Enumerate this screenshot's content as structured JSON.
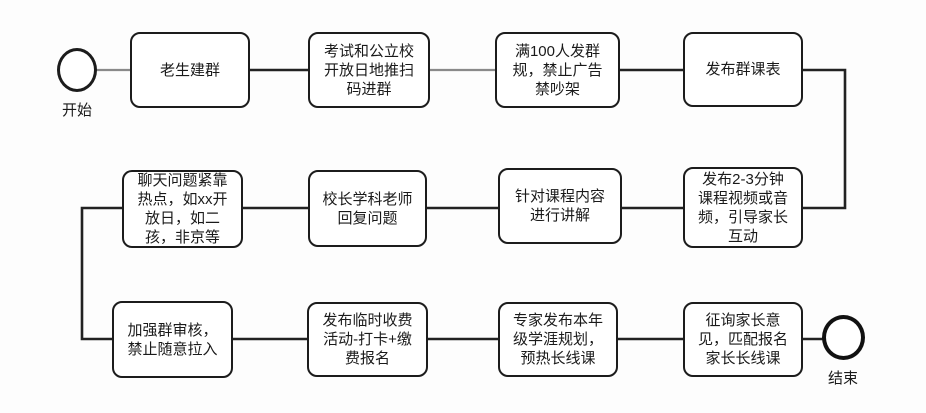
{
  "diagram": {
    "type": "flowchart",
    "direction": "snake-left-to-right",
    "start": {
      "label": "开始"
    },
    "end": {
      "label": "结束"
    },
    "nodes": [
      {
        "id": "create-group-old-students",
        "label": "老生建群"
      },
      {
        "id": "scan-qr-join-group",
        "label": "考试和公立校\n开放日地推扫\n码进群"
      },
      {
        "id": "post-group-rules",
        "label": "满100人发群\n规，禁止广告\n禁吵架"
      },
      {
        "id": "publish-group-schedule",
        "label": "发布群课表"
      },
      {
        "id": "chat-hot-topics",
        "label": "聊天问题紧靠\n热点，如xx开\n放日，如二\n孩，非京等"
      },
      {
        "id": "principal-teacher-replies",
        "label": "校长学科老师\n回复问题"
      },
      {
        "id": "explain-course-content",
        "label": "针对课程内容\n进行讲解"
      },
      {
        "id": "publish-short-video-audio",
        "label": "发布2-3分钟\n课程视频或音\n频，引导家长\n互动"
      },
      {
        "id": "strengthen-group-review",
        "label": "加强群审核，\n禁止随意拉入"
      },
      {
        "id": "temporary-paid-activity",
        "label": "发布临时收费\n活动-打卡+缴\n费报名"
      },
      {
        "id": "expert-grade-planning",
        "label": "专家发布本年\n级学涯规划，\n预热长线课"
      },
      {
        "id": "consult-parents-match-course",
        "label": "征询家长意\n见，匹配报名\n家长长线课"
      }
    ],
    "edges": [
      {
        "from": "start",
        "to": "create-group-old-students"
      },
      {
        "from": "create-group-old-students",
        "to": "scan-qr-join-group"
      },
      {
        "from": "scan-qr-join-group",
        "to": "post-group-rules"
      },
      {
        "from": "post-group-rules",
        "to": "publish-group-schedule"
      },
      {
        "from": "publish-group-schedule",
        "to": "publish-short-video-audio"
      },
      {
        "from": "publish-short-video-audio",
        "to": "explain-course-content"
      },
      {
        "from": "explain-course-content",
        "to": "principal-teacher-replies"
      },
      {
        "from": "principal-teacher-replies",
        "to": "chat-hot-topics"
      },
      {
        "from": "chat-hot-topics",
        "to": "strengthen-group-review"
      },
      {
        "from": "strengthen-group-review",
        "to": "temporary-paid-activity"
      },
      {
        "from": "temporary-paid-activity",
        "to": "expert-grade-planning"
      },
      {
        "from": "expert-grade-planning",
        "to": "consult-parents-match-course"
      },
      {
        "from": "consult-parents-match-course",
        "to": "end"
      }
    ]
  },
  "colors": {
    "line": "#222222",
    "faded_line": "#8a8a8a",
    "box_border": "#1c1c1c",
    "box_fill": "#ffffff",
    "text": "#1a1a1a",
    "background": "#fdfdfd"
  }
}
